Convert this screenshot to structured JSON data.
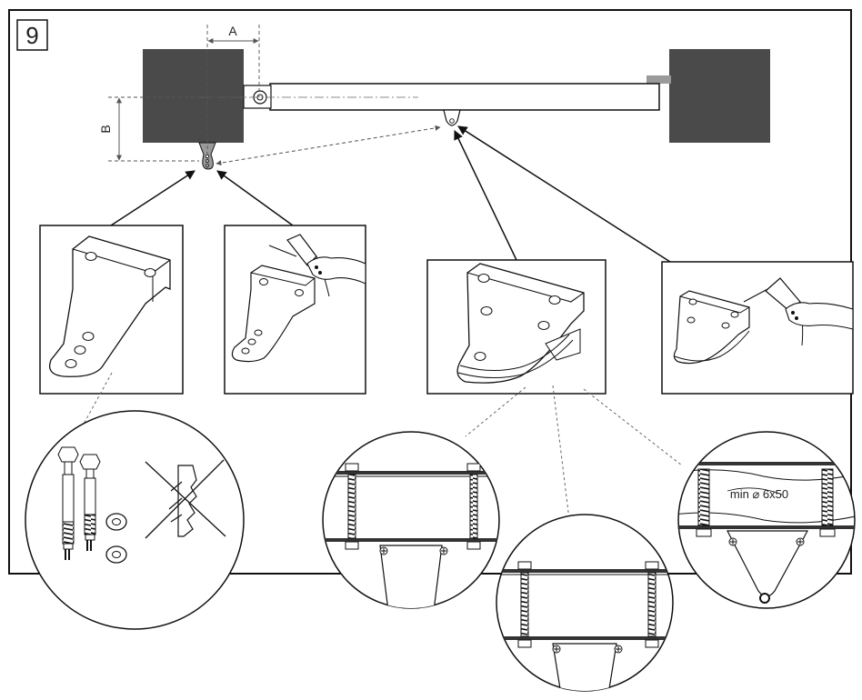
{
  "step": {
    "number": "9"
  },
  "dimensions": {
    "a_label": "A",
    "b_label": "B"
  },
  "fixing_note": {
    "text": "min ⌀ 6x50"
  },
  "colors": {
    "line": "#111111",
    "wall": "#4a4a4a",
    "mount": "#9a9a9a",
    "dashed": "#555555",
    "background": "#ffffff"
  },
  "icons": [
    "welding-torch-icon",
    "hand-icon",
    "anchor-bolt-icon",
    "washer-icon",
    "crossed-out-plug-icon"
  ]
}
